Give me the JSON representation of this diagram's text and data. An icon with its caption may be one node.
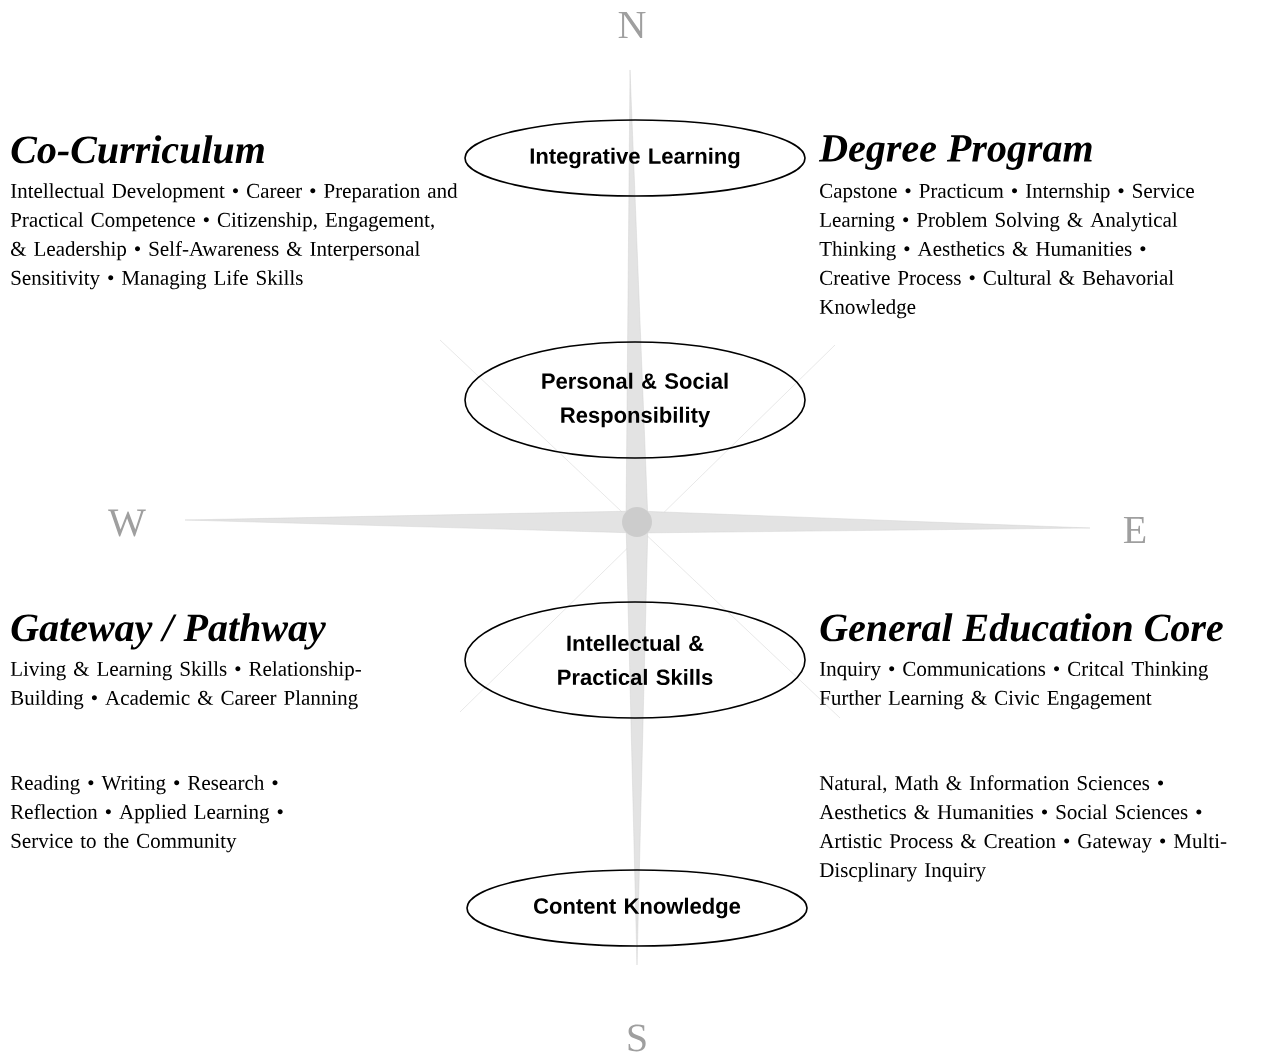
{
  "diagram": {
    "nodes": [
      {
        "text": [
          "Integrative Learning"
        ]
      },
      {
        "text": [
          "Personal & Social Responsibility"
        ]
      },
      {
        "text": [
          "Intellectual & Practical Skills"
        ]
      },
      {
        "text": [
          "Content Knowledge"
        ]
      }
    ],
    "labels": [
      "N",
      "Co-Curriculum",
      "Degree Program",
      "Intellectual Development • Career • Preparation and Practical Competence • Citizenship, Engagement, & Leadership • Self-Awareness & Interpersonal Sensitivity • Managing Life Skills",
      "Capstone • Practicum • Internship • Service Learning • Problem Solving & Analytical Thinking • Aesthetics & Humanities • Creative Process • Cultural & Behavorial Knowledge",
      "W",
      "E",
      "Gateway / Pathway",
      "General Education Core",
      "Living & Learning Skills • Relationship-Building • Academic & Career Planning",
      "Inquiry • Communications • Critcal Thinking Further Learning & Civic Engagement",
      "Reading • Writing • Research • Reflection • Applied Learning • Service to the Community",
      "Natural, Math & Information Sciences • Aesthetics & Humanities • Social Sciences • Artistic Process & Creation • Gateway • Multi-Discplinary Inquiry",
      "S"
    ]
  }
}
